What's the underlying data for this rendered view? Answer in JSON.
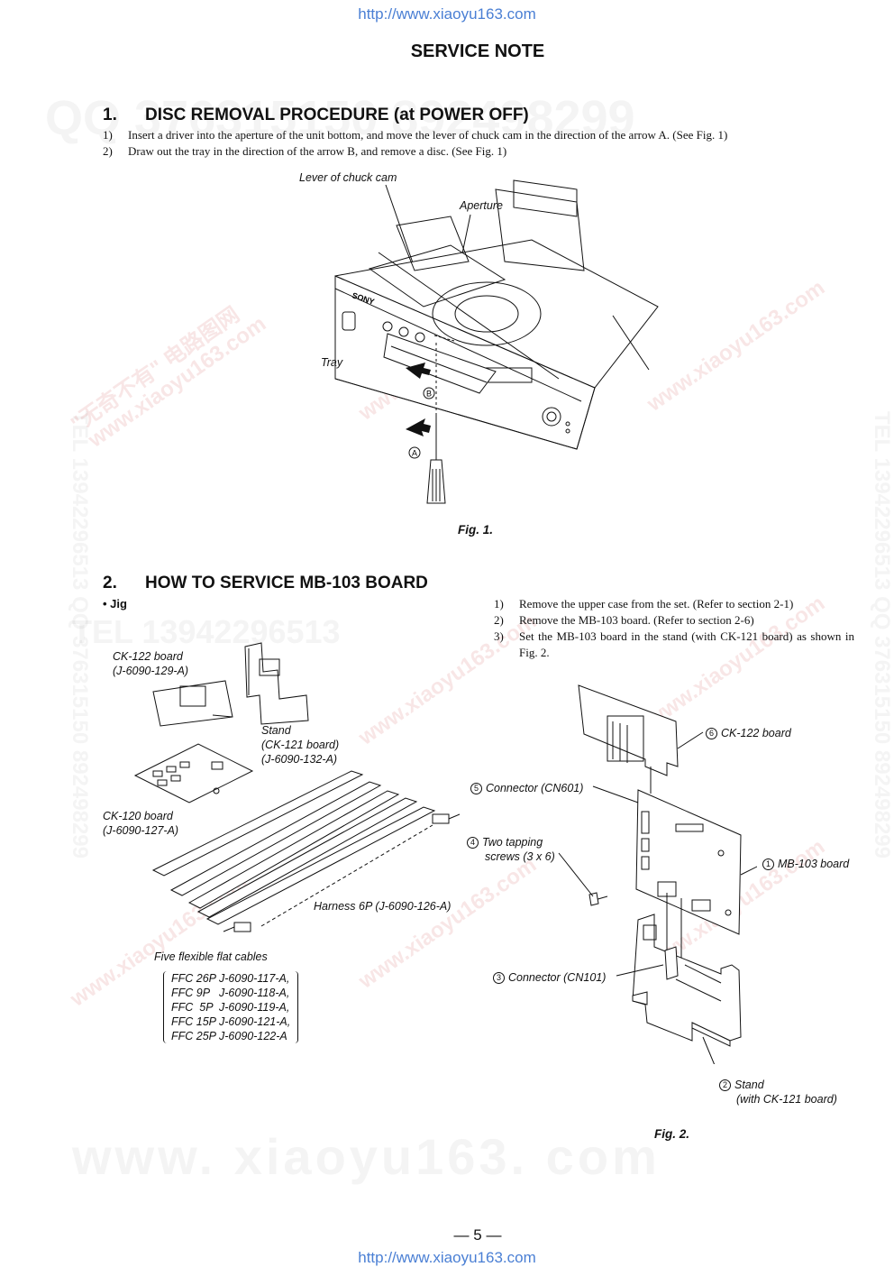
{
  "header_url": "http://www.xiaoyu163.com",
  "footer_url": "http://www.xiaoyu163.com",
  "title": "SERVICE NOTE",
  "section1": {
    "num": "1.",
    "heading": "DISC REMOVAL PROCEDURE (at POWER OFF)",
    "steps": [
      {
        "n": "1)",
        "text": "Insert a driver into the aperture of the unit bottom, and move the lever of chuck cam in the direction of the arrow A. (See Fig. 1)"
      },
      {
        "n": "2)",
        "text": "Draw out the tray in the direction of the arrow B, and remove a disc. (See Fig. 1)"
      }
    ],
    "labels": {
      "lever": "Lever of chuck cam",
      "aperture": "Aperture",
      "tray": "Tray",
      "arrow_b": "B",
      "arrow_a": "A",
      "brand": "SONY"
    },
    "caption": "Fig. 1."
  },
  "section2": {
    "num": "2.",
    "heading": "HOW TO SERVICE MB-103 BOARD",
    "jig": "• Jig",
    "steps": [
      {
        "n": "1)",
        "text": "Remove the upper case from the set. (Refer to section 2-1)"
      },
      {
        "n": "2)",
        "text": "Remove the MB-103 board. (Refer to section 2-6)"
      },
      {
        "n": "3)",
        "text": "Set the MB-103 board in the stand (with CK-121 board) as shown in Fig. 2."
      }
    ],
    "jig_labels": {
      "ck122": [
        "CK-122 board",
        "(J-6090-129-A)"
      ],
      "stand": [
        "Stand",
        "(CK-121 board)",
        "(J-6090-132-A)"
      ],
      "ck120": [
        "CK-120 board",
        "(J-6090-127-A)"
      ],
      "harness": "Harness 6P (J-6090-126-A)",
      "ffc_title": "Five flexible flat cables",
      "ffc_list": [
        "FFC 26P J-6090-117-A,",
        "FFC 9P   J-6090-118-A,",
        "FFC  5P  J-6090-119-A,",
        "FFC 15P J-6090-121-A,",
        "FFC 25P J-6090-122-A"
      ]
    },
    "fig2_labels": {
      "l6": {
        "n": "6",
        "text": "CK-122 board"
      },
      "l5": {
        "n": "5",
        "text": "Connector (CN601)"
      },
      "l4": {
        "n": "4",
        "text": "Two tapping",
        "text2": "screws (3 x 6)"
      },
      "l1": {
        "n": "1",
        "text": "MB-103 board"
      },
      "l3": {
        "n": "3",
        "text": "Connector (CN101)"
      },
      "l2": {
        "n": "2",
        "text": "Stand",
        "text2": "(with CK-121 board)"
      }
    },
    "caption": "Fig. 2."
  },
  "page_number": "— 5 —",
  "watermarks": {
    "wm1": "www.xiaoyu163.com",
    "wm2": "\"无奇不有\" 电路图网",
    "wm3": "TEL 13942296513  QQ 376315150  892498299",
    "wm4": "QQ 376315150  892498299",
    "wm5": "TEL 13942296513",
    "wm6": "www. xiaoyu163. com"
  }
}
